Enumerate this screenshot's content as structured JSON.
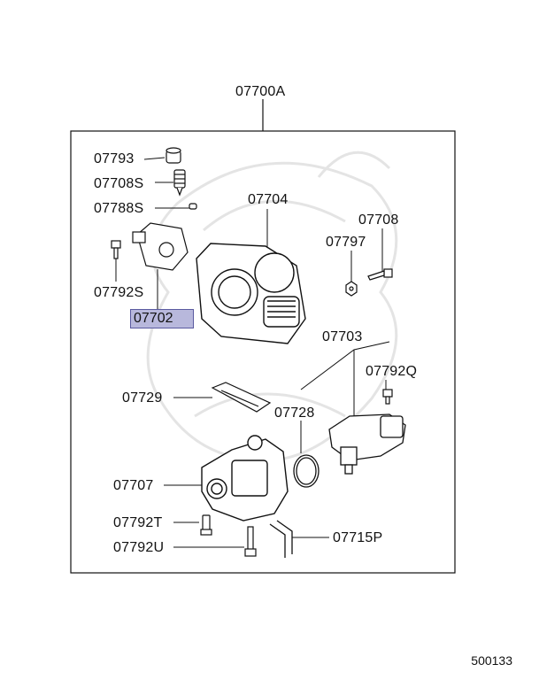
{
  "assembly_label": "07700A",
  "parts": {
    "p07793": "07793",
    "p07708S": "07708S",
    "p07788S": "07788S",
    "p07704": "07704",
    "p07708": "07708",
    "p07797": "07797",
    "p07792S": "07792S",
    "p07702": "07702",
    "p07703": "07703",
    "p07792Q": "07792Q",
    "p07729": "07729",
    "p07728": "07728",
    "p07707": "07707",
    "p07792T": "07792T",
    "p07792U": "07792U",
    "p07715P": "07715P"
  },
  "diagram_code": "500133",
  "colors": {
    "highlight": "#b8b8dc",
    "line": "#111111",
    "watermark": "#e6e6e6"
  }
}
